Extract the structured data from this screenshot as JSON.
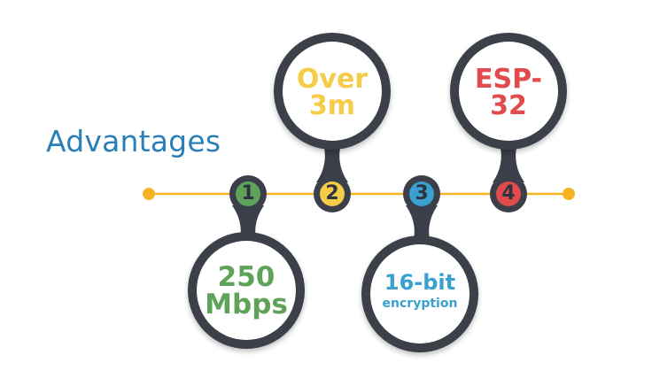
{
  "heading": "Advantages",
  "colors": {
    "line": "#f5b324",
    "dark": "#3a3f4a",
    "green": "#5fa35a",
    "yellow": "#f5cc48",
    "blue": "#39a0d0",
    "red": "#e14b4b",
    "heading": "#2a7fb8"
  },
  "items": [
    {
      "number": "1",
      "color": "green",
      "lines": [
        "250",
        "Mbps"
      ]
    },
    {
      "number": "2",
      "color": "yellow",
      "lines": [
        "Over",
        "3m"
      ]
    },
    {
      "number": "3",
      "color": "blue",
      "lines": [
        "16-bit",
        "encryption"
      ]
    },
    {
      "number": "4",
      "color": "red",
      "lines": [
        "ESP-",
        "32"
      ]
    }
  ]
}
